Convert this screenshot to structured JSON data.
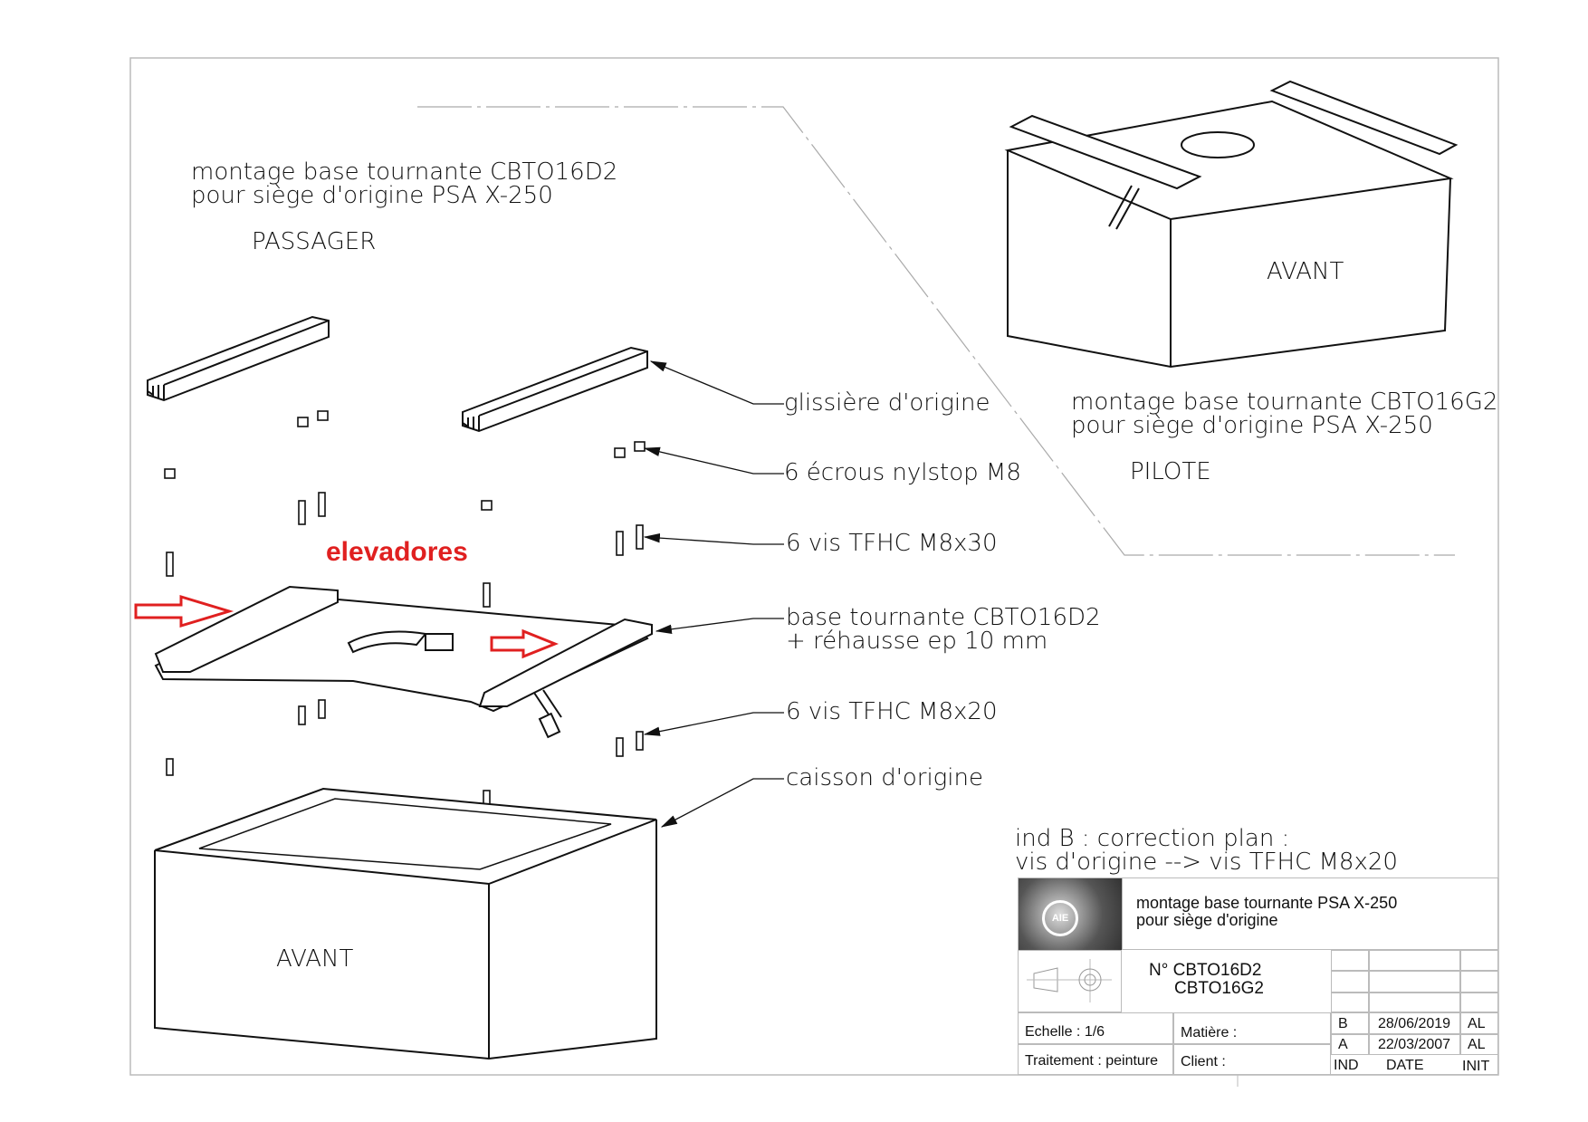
{
  "passenger": {
    "title_line1": "montage base tournante CBTO16D2",
    "title_line2": "pour siège d'origine PSA X-250",
    "side": "PASSAGER"
  },
  "pilot": {
    "title_line1": "montage base tournante CBTO16G2",
    "title_line2": "pour siège d'origine PSA X-250",
    "side": "PILOTE",
    "front_label": "AVANT"
  },
  "callouts": {
    "rail": "glissière d'origine",
    "nuts": "6 écrous nylstop M8",
    "screws_30": "6 vis TFHC M8x30",
    "base_line1": "base tournante CBTO16D2",
    "base_line2": "+ réhausse ep 10 mm",
    "screws_20": "6 vis TFHC M8x20",
    "box": "caisson d'origine"
  },
  "annotation": {
    "text": "elevadores",
    "color": "#e02020"
  },
  "box_front_label": "AVANT",
  "revision_note": {
    "line1": "ind B : correction plan :",
    "line2": "vis d'origine --> vis TFHC M8x20"
  },
  "title_block": {
    "logo_text": "AIE",
    "title_line1": "montage base tournante PSA X-250",
    "title_line2": "pour siège d'origine",
    "number_line1": "N° CBTO16D2",
    "number_line2": "CBTO16G2",
    "scale": "Echelle : 1/6",
    "material": "Matière :",
    "treatment": "Traitement : peinture",
    "client": "Client :",
    "revisions": [
      {
        "ind": "B",
        "date": "28/06/2019",
        "init": "AL"
      },
      {
        "ind": "A",
        "date": "22/03/2007",
        "init": "AL"
      }
    ],
    "headers": {
      "ind": "IND",
      "date": "DATE",
      "init": "INIT"
    }
  }
}
